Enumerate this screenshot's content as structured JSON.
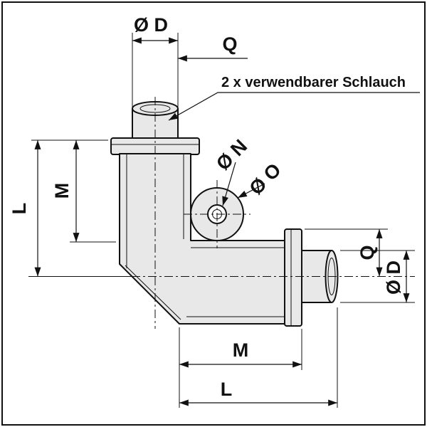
{
  "diagram": {
    "kind": "technical-drawing",
    "labels": {
      "top_diameter": "Ø D",
      "top_q": "Q",
      "hose_note": "2 x verwendbarer Schlauch",
      "bore_n": "Ø N",
      "bore_o": "Ø O",
      "left_m": "M",
      "left_l": "L",
      "right_q": "Q",
      "right_d": "Ø D",
      "bottom_m": "M",
      "bottom_l": "L"
    },
    "colors": {
      "body_fill": "#e8e8e8",
      "line": "#111111",
      "background": "#ffffff"
    }
  }
}
